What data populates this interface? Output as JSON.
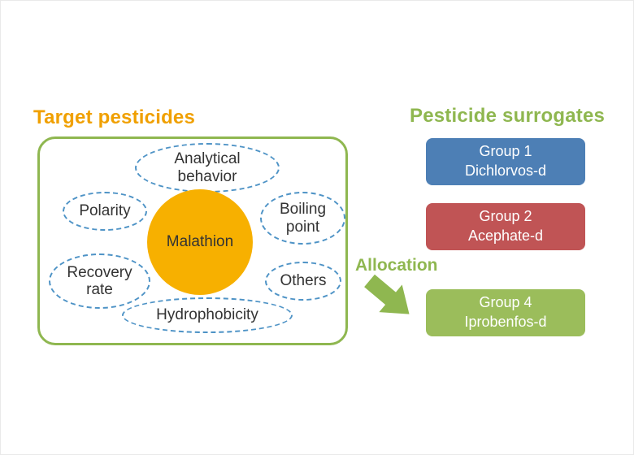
{
  "diagram": {
    "left": {
      "title": "Target pesticides",
      "center_label": "Malathion",
      "factors": [
        {
          "label": "Analytical\nbehavior"
        },
        {
          "label": "Polarity"
        },
        {
          "label": "Boiling\npoint"
        },
        {
          "label": "Recovery\nrate"
        },
        {
          "label": "Others"
        },
        {
          "label": "Hydrophobicity"
        }
      ]
    },
    "allocation": {
      "label": "Allocation"
    },
    "right": {
      "title": "Pesticide surrogates",
      "groups": [
        {
          "name": "Group 1",
          "surrogate": "Dichlorvos-d",
          "color": "#4d7fb5"
        },
        {
          "name": "Group 2",
          "surrogate": "Acephate-d",
          "color": "#c05455"
        },
        {
          "name": "Group 4",
          "surrogate": "Iprobenfos-d",
          "color": "#9bbd5b"
        }
      ]
    },
    "colors": {
      "left_title": "#f0a000",
      "box_border": "#8fb750",
      "center_circle": "#f7b000",
      "ellipse_border": "#4e93c6",
      "right_title": "#8fb750",
      "allocation": "#8fb750",
      "arrow": "#8fb750"
    }
  }
}
